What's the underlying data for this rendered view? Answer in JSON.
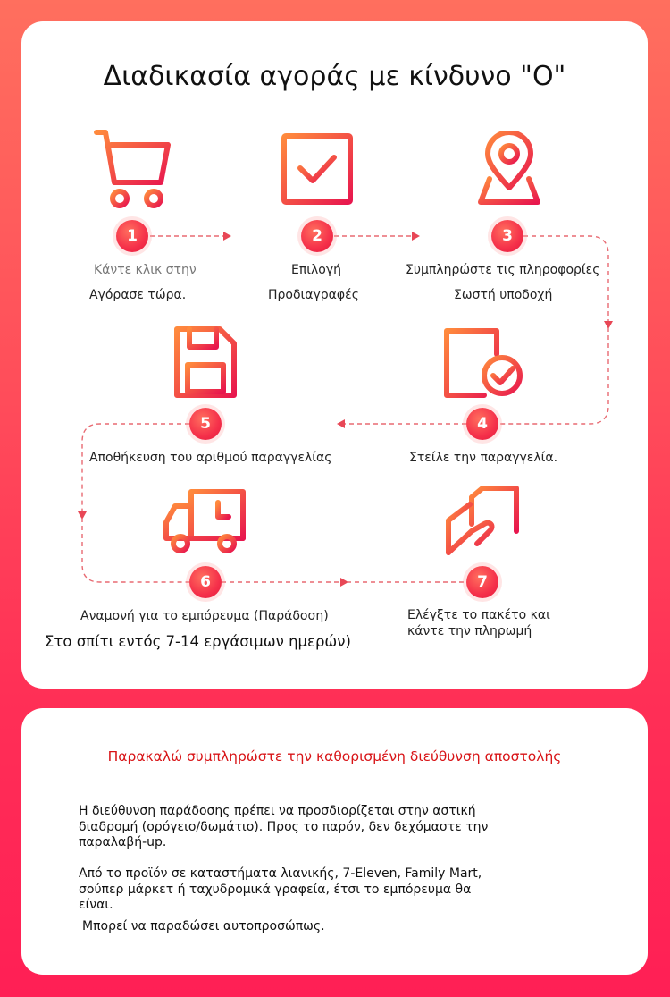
{
  "card1": {
    "title": "Διαδικασία αγοράς με κίνδυνο \"O\"",
    "steps": [
      {
        "num": "1",
        "line1": "Κάντε κλικ στην",
        "line2": "Αγόρασε τώρα.",
        "icon": "cart-plus-icon"
      },
      {
        "num": "2",
        "line1": "Επιλογή",
        "line2": "Προδιαγραφές",
        "icon": "checkbox-icon"
      },
      {
        "num": "3",
        "line1": "Συμπληρώστε τις πληροφορίες",
        "line2": "Σωστή υποδοχή",
        "icon": "location-pin-icon"
      },
      {
        "num": "4",
        "line1": "Στείλε την παραγγελία.",
        "icon": "order-document-icon"
      },
      {
        "num": "5",
        "line1": "Αποθήκευση του αριθμού παραγγελίας",
        "icon": "save-icon"
      },
      {
        "num": "6",
        "line1": "Αναμονή για το εμπόρευμα (Παράδοση)",
        "line2": "Στο σπίτι εντός 7-14 εργάσιμων ημερών)",
        "icon": "delivery-truck-icon"
      },
      {
        "num": "7",
        "line1": "Ελέγξτε το πακέτο και",
        "line2": "κάντε την πληρωμή",
        "icon": "payment-hand-icon"
      }
    ]
  },
  "card2": {
    "title": "Παρακαλώ συμπληρώστε την καθορισμένη διεύθυνση αποστολής",
    "paragraphs": [
      "Η διεύθυνση παράδοσης πρέπει να προσδιορίζεται στην αστική διαδρομή (ορόγειο/δωμάτιο). Προς το παρόν, δεν δεχόμαστε την παραλαβή-up.",
      "Από το προϊόν σε καταστήματα λιανικής, 7-Eleven, Family Mart, σούπερ μάρκετ ή ταχυδρομικά γραφεία, έτσι το εμπόρευμα θα είναι.",
      "Μπορεί να παραδώσει αυτοπροσώπως."
    ]
  },
  "colors": {
    "accent": "#f5304a",
    "title_red": "#d81417",
    "background_top": "#ff6f5e",
    "background_bottom": "#ff1f55"
  }
}
